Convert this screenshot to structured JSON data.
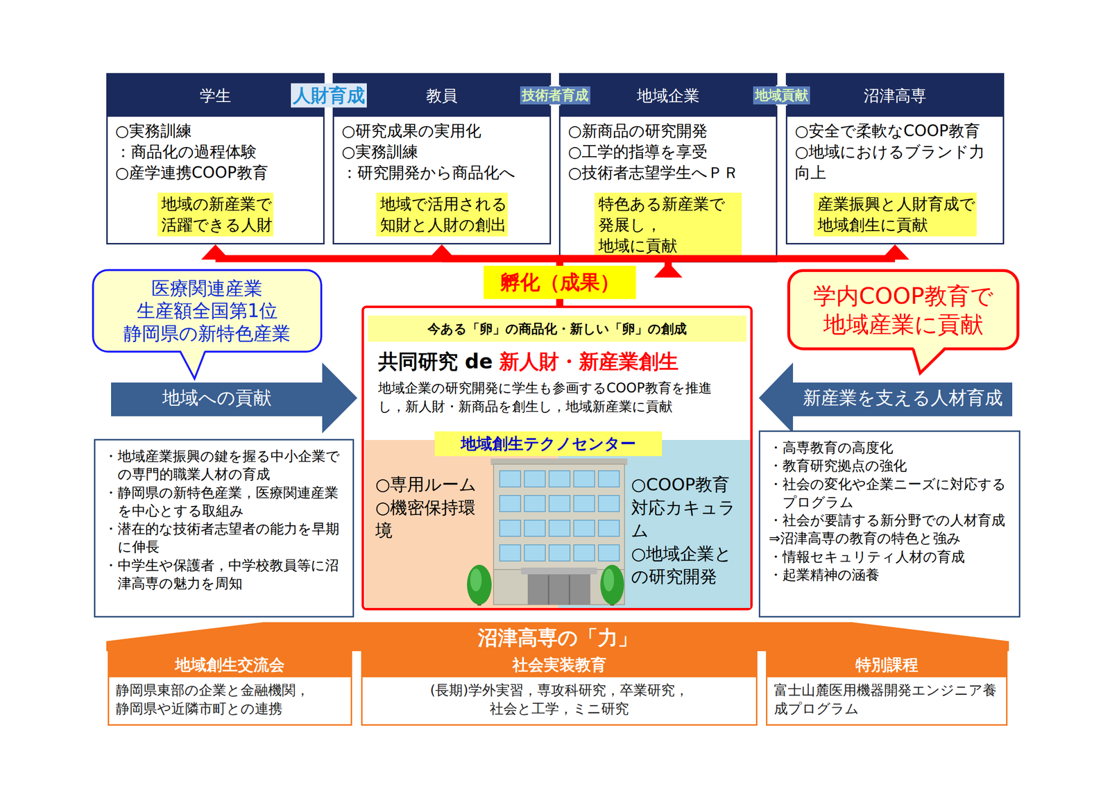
{
  "diagram": {
    "nodes": [
      {
        "text": [
          "学生",
          "○実務訓練",
          "：商品化の過程体験",
          "○産学連携COOP教育"
        ]
      },
      {
        "text": [
          "地域の新産業で 活躍できる人財"
        ],
        "in": 0
      },
      {
        "text": [
          "教員",
          "○研究成果の実用化",
          "○実務訓練",
          "：研究開発から商品化へ"
        ]
      },
      {
        "text": [
          "地域で活用される 知財と人財の創出"
        ],
        "in": 2
      },
      {
        "text": [
          "地域企業",
          "○新商品の研究開発",
          "○工学的指導を享受",
          "○技術者志望学生へＰＲ"
        ]
      },
      {
        "text": [
          "特色ある新産業で 発展し，地域に貢献"
        ],
        "in": 4
      },
      {
        "text": [
          "沼津高専",
          "○安全で柔軟なCOOP教育",
          "○地域におけるブランド力向上"
        ]
      },
      {
        "text": [
          "産業振興と人財育成で 地域創生に貢献"
        ],
        "in": 6
      },
      {
        "text": [
          "医療関連産業 生産額全国第1位 静岡県の新特色産業"
        ]
      },
      {
        "text": [
          "孵化（成果）"
        ]
      },
      {
        "text": [
          "学内COOP教育で 地域産業に貢献"
        ]
      },
      {
        "text": [
          "今ある「卵」の商品化・新しい「卵」の創成",
          "共同研究 de",
          "新人財・新産業創生",
          "地域企業の研究開発に学生も参画するCOOP教育を推進し，新人財・新商品を創生し，地域新産業に貢献"
        ]
      },
      {
        "text": [
          "地域創生テクノセンター"
        ],
        "in": 11
      },
      {
        "text": [
          "○専用ルーム",
          "○機密保持環境"
        ],
        "in": 11
      },
      {
        "text": [
          "○COOP教育対応カキュラム",
          "○地域企業との研究開発"
        ],
        "in": 11
      },
      {
        "text": [
          "地域への貢献"
        ]
      },
      {
        "text": [
          "新産業を支える人材育成"
        ]
      },
      {
        "text": [
          "・地域産業振興の鍵を握る中小企業での専門的職業人材の育成",
          "・静岡県の新特色産業，医療関連産業を中心とする取組み",
          "・潜在的な技術者志望者の能力を早期に伸長",
          "・中学生や保護者，中学校教員等に沼津高専の魅力を周知"
        ]
      },
      {
        "text": [
          "・高専教育の高度化",
          "・教育研究拠点の強化",
          "・社会の変化や企業ニーズに対応するプログラム",
          "・社会が要請する新分野での人材育成",
          "⇒沼津高専の教育の特色と強み",
          "・情報セキュリティ人材の育成",
          "・起業精神の涵養"
        ]
      },
      {
        "text": [
          "沼津高専の「力」"
        ]
      },
      {
        "text": [
          "地域創生交流会",
          "静岡県東部の企業と金融機関， 静岡県や近隣市町との連携"
        ]
      },
      {
        "text": [
          "社会実装教育",
          "(長期)学外実習，専攻科研究，卒業研究， 社会と工学，ミニ研究"
        ]
      },
      {
        "text": [
          "特別課程",
          "富士山麓医用機器開発エンジニア養成プログラム"
        ]
      }
    ],
    "edges": [
      {
        "from": 0,
        "to": 2,
        "label": "人財育成",
        "arrow": "both"
      },
      {
        "from": 2,
        "to": 4,
        "label": "技術者育成",
        "arrow": "both"
      },
      {
        "from": 4,
        "to": 6,
        "label": "地域貢献",
        "arrow": "both"
      },
      {
        "from": 11,
        "to": 9,
        "arrow": "none"
      },
      {
        "from": 9,
        "to": 0,
        "arrow": "to"
      },
      {
        "from": 9,
        "to": 2,
        "arrow": "to"
      },
      {
        "from": 9,
        "to": 4,
        "arrow": "to"
      },
      {
        "from": 9,
        "to": 6,
        "arrow": "to"
      }
    ]
  }
}
